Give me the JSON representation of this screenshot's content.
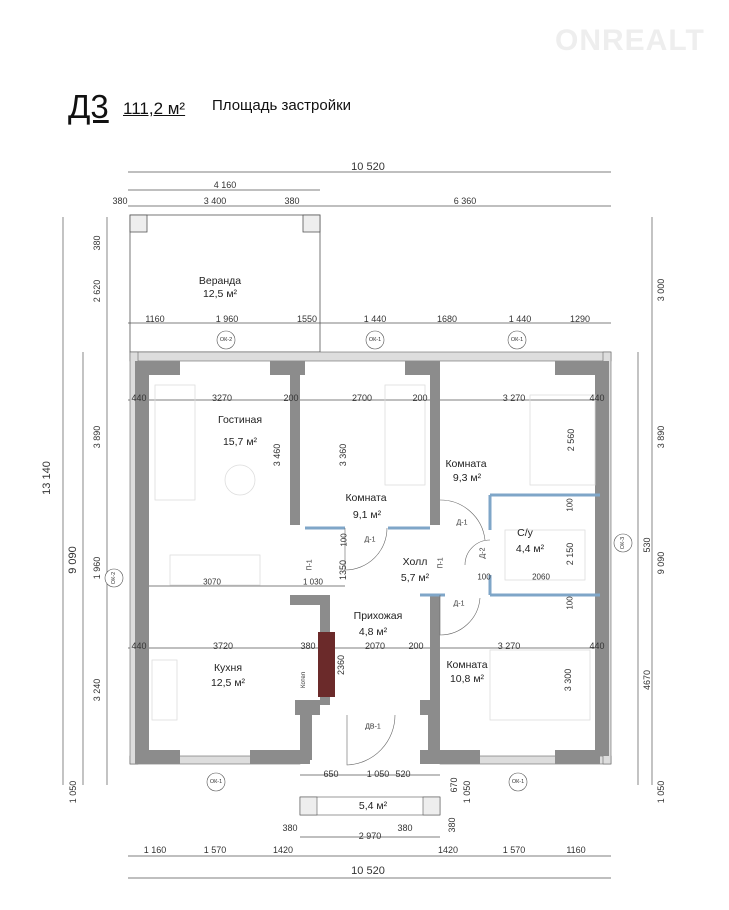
{
  "header": {
    "code": "Д3",
    "area": "111,2 м²",
    "area_label": "Площадь застройки",
    "watermark": "ONREALT"
  },
  "rooms": {
    "veranda": {
      "name": "Веранда",
      "area": "12,5 м²"
    },
    "living": {
      "name": "Гостиная",
      "area": "15,7 м²"
    },
    "room1": {
      "name": "Комната",
      "area": "9,1 м²"
    },
    "room2": {
      "name": "Комната",
      "area": "9,3 м²"
    },
    "bath": {
      "name": "С/у",
      "area": "4,4 м²"
    },
    "hall": {
      "name": "Холл",
      "area": "5,7 м²"
    },
    "entry": {
      "name": "Прихожая",
      "area": "4,8 м²"
    },
    "kitchen": {
      "name": "Кухня",
      "area": "12,5 м²"
    },
    "room3": {
      "name": "Комната",
      "area": "10,8 м²"
    },
    "porch": {
      "area": "5,4 м²"
    }
  },
  "tags": {
    "ok1": "ОК-1",
    "ok2": "ОК-2",
    "ok3": "ОК-3",
    "d1": "Д-1",
    "d2": "Д-2",
    "p1": "П-1",
    "dv1": "ДВ-1",
    "boiler": "Котел"
  },
  "dims": {
    "top_total": "10 520",
    "top_4160": "4 160",
    "top_380a": "380",
    "top_3400": "3 400",
    "top_380b": "380",
    "top_6360": "6 360",
    "r1": [
      "1160",
      "1 960",
      "1550",
      "1 440",
      "1680",
      "1 440",
      "1290"
    ],
    "r2": [
      "440",
      "3270",
      "200",
      "2700",
      "200",
      "3 270",
      "440"
    ],
    "r3": [
      "3070",
      "1 030",
      "100",
      "2060"
    ],
    "r4": [
      "440",
      "3720",
      "380",
      "2070",
      "200",
      "3 270",
      "440"
    ],
    "porch": [
      "650",
      "1 050",
      "520",
      "670",
      "1 050",
      "380",
      "380",
      "2 970",
      "380"
    ],
    "bottom": [
      "1 160",
      "1 570",
      "1420",
      "1420",
      "1 570",
      "1160"
    ],
    "bottom_total": "10 520",
    "inner_v": [
      "3 460",
      "3 360",
      "2 560",
      "100",
      "100",
      "2 150",
      "1350",
      "100",
      "2360",
      "3 300"
    ],
    "left": [
      "380",
      "2 620",
      "3 890",
      "1 960",
      "3 240",
      "1 050",
      "9 090",
      "13 140"
    ],
    "right": [
      "3 000",
      "3 890",
      "530",
      "9 090",
      "4670",
      "1 050"
    ]
  }
}
